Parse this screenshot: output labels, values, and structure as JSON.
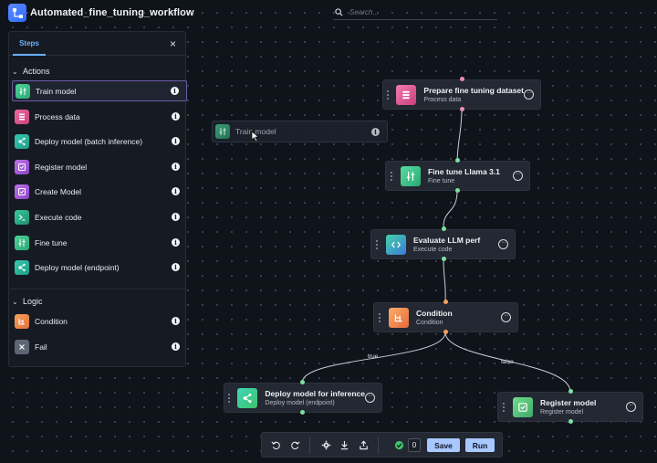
{
  "app": {
    "title": "Automated_fine_tuning_workflow"
  },
  "search": {
    "placeholder": "Search..."
  },
  "panel": {
    "tab": "Steps",
    "close": "×",
    "actions_title": "Actions",
    "logic_title": "Logic",
    "actions": [
      {
        "label": "Train model",
        "icon": "train-model-icon",
        "color": "#3fc28a"
      },
      {
        "label": "Process data",
        "icon": "process-data-icon",
        "color": "#d94f8d"
      },
      {
        "label": "Deploy model (batch inference)",
        "icon": "deploy-icon",
        "color": "#2fb8a0"
      },
      {
        "label": "Register model",
        "icon": "register-model-icon",
        "color": "#a45ad6"
      },
      {
        "label": "Create Model",
        "icon": "create-model-icon",
        "color": "#a45ad6"
      },
      {
        "label": "Execute code",
        "icon": "execute-code-icon",
        "color": "#2fae8f"
      },
      {
        "label": "Fine tune",
        "icon": "fine-tune-icon",
        "color": "#3fc28a"
      },
      {
        "label": "Deploy model (endpoint)",
        "icon": "deploy-icon",
        "color": "#2fb8a0"
      }
    ],
    "logic": [
      {
        "label": "Condition",
        "icon": "condition-icon",
        "color": "#f08a4b"
      },
      {
        "label": "Fail",
        "icon": "fail-icon",
        "color": "#5e6673"
      }
    ]
  },
  "drag_ghost": {
    "label": "Train model"
  },
  "nodes": [
    {
      "id": "prepare",
      "title": "Prepare fine tuning dataset",
      "subtitle": "Process data"
    },
    {
      "id": "finetune",
      "title": "Fine tune Llama 3.1",
      "subtitle": "Fine tune"
    },
    {
      "id": "evaluate",
      "title": "Evaluate LLM perf",
      "subtitle": "Execute code"
    },
    {
      "id": "condition",
      "title": "Condition",
      "subtitle": "Condition"
    },
    {
      "id": "deploy",
      "title": "Deploy model for inference",
      "subtitle": "Deploy model (endpoint)"
    },
    {
      "id": "register",
      "title": "Register model",
      "subtitle": "Register model"
    }
  ],
  "edge_labels": {
    "true_label": "true",
    "false_label": "false"
  },
  "toolbar": {
    "count": "0",
    "save": "Save",
    "run": "Run"
  },
  "colors": {
    "accent": "#a9c8ff",
    "check": "#3fc26a"
  }
}
